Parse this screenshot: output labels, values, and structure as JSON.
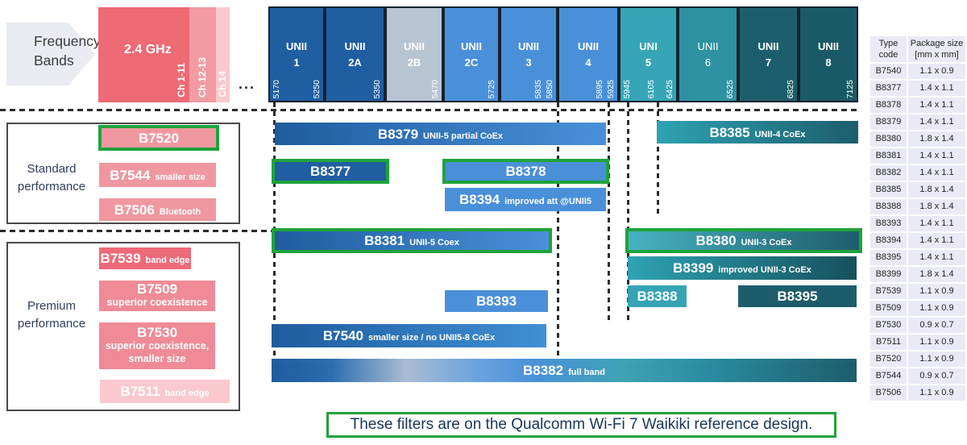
{
  "header": {
    "frequency_bands_label": "Frequency\nBands",
    "ellipsis": "...",
    "band_24ghz": {
      "label": "2.4 GHz",
      "sections": [
        {
          "label": "Ch 1-11"
        },
        {
          "label": "Ch 12-13"
        },
        {
          "label": "Ch 14"
        }
      ]
    },
    "bands": {
      "items": [
        {
          "name": "UNII\n1",
          "freq_start": "5170",
          "freq_end": "5250"
        },
        {
          "name": "UNII\n2A",
          "freq_end": "5350"
        },
        {
          "name": "UNII\n2B",
          "freq_end": "5470"
        },
        {
          "name": "UNII\n2C",
          "freq_end": "5725"
        },
        {
          "name": "UNII\n3",
          "freq_end2": "5835",
          "freq_end": "5850"
        },
        {
          "name": "UNII\n4",
          "freq_end2": "5895",
          "freq_end": "5925"
        },
        {
          "name": "UNI\n5",
          "freq_start": "5945",
          "freq_mid": "6105",
          "freq_end": "6425"
        },
        {
          "name": "UNII\n6",
          "freq_end": "6525"
        },
        {
          "name": "UNII\n7",
          "freq_end": "6825"
        },
        {
          "name": "UNII\n8",
          "freq_end": "7125"
        }
      ]
    }
  },
  "groups": {
    "standard": {
      "label": "Standard\nperformance"
    },
    "premium": {
      "label": "Premium\nperformance"
    }
  },
  "filters_24ghz": {
    "b7520": {
      "code": "B7520"
    },
    "b7544": {
      "code": "B7544",
      "desc": "smaller size"
    },
    "b7506": {
      "code": "B7506",
      "desc": "Bluetooth"
    },
    "b7539": {
      "code": "B7539",
      "desc": "band edge"
    },
    "b7509": {
      "code": "B7509",
      "desc": "superior coexistence"
    },
    "b7530": {
      "code": "B7530",
      "desc": "superior coexistence,\nsmaller size"
    },
    "b7511": {
      "code": "B7511",
      "desc": "band edge"
    }
  },
  "bars": {
    "b8379": {
      "code": "B8379",
      "desc": "UNII-5 partial CoEx"
    },
    "b8385": {
      "code": "B8385",
      "desc": "UNII-4 CoEx"
    },
    "b8377": {
      "code": "B8377"
    },
    "b8378": {
      "code": "B8378"
    },
    "b8394": {
      "code": "B8394",
      "desc": "improved att @UNII5"
    },
    "b8381": {
      "code": "B8381",
      "desc": "UNII-5 Coex"
    },
    "b8380": {
      "code": "B8380",
      "desc": "UNII-3 CoEx"
    },
    "b8399": {
      "code": "B8399",
      "desc": "improved UNII-3 CoEx"
    },
    "b8393": {
      "code": "B8393"
    },
    "b8388": {
      "code": "B8388"
    },
    "b8395": {
      "code": "B8395"
    },
    "b7540": {
      "code": "B7540",
      "desc": "smaller size / no UNII5-8 CoEx"
    },
    "b8382": {
      "code": "B8382",
      "desc": "full band"
    }
  },
  "package_table": {
    "headers": {
      "col1": "Type\ncode",
      "col2": "Package size\n[mm x mm]"
    },
    "rows": [
      {
        "code": "B7540",
        "size": "1.1 x 0.9"
      },
      {
        "code": "B8377",
        "size": "1.4 x 1.1"
      },
      {
        "code": "B8378",
        "size": "1.4 x 1.1"
      },
      {
        "code": "B8379",
        "size": "1.4 x 1.1"
      },
      {
        "code": "B8380",
        "size": "1.8 x 1.4"
      },
      {
        "code": "B8381",
        "size": "1.4 x 1.1"
      },
      {
        "code": "B8382",
        "size": "1.4 x 1.1"
      },
      {
        "code": "B8385",
        "size": "1.8 x 1.4"
      },
      {
        "code": "B8388",
        "size": "1.8 x 1.4"
      },
      {
        "code": "B8393",
        "size": "1.4 x 1.1"
      },
      {
        "code": "B8394",
        "size": "1.4 x 1.1"
      },
      {
        "code": "B8395",
        "size": "1.4 x 1.1"
      },
      {
        "code": "B8399",
        "size": "1.8 x 1.4"
      },
      {
        "code": "B7539",
        "size": "1.1 x 0.9"
      },
      {
        "code": "B7509",
        "size": "1.1 x 0.9"
      },
      {
        "code": "B7530",
        "size": "0.9 x 0.7"
      },
      {
        "code": "B7511",
        "size": "1.1 x 0.9"
      },
      {
        "code": "B7520",
        "size": "1.1 x 0.9"
      },
      {
        "code": "B7544",
        "size": "0.9 x 0.7"
      },
      {
        "code": "B7506",
        "size": "1.1 x 0.9"
      }
    ]
  },
  "footnote": "These filters are on the Qualcomm Wi-Fi 7 Waikiki reference design.",
  "colors": {
    "highlight_green": "#1fa33c",
    "dark_blue": "#1e5c9e",
    "medium_blue": "#4a90d9",
    "unii2b_gray": "#b9c4d3",
    "teal": "#35a4b5",
    "dark_teal": "#1d5d6b",
    "pink_standard": "#f098a0",
    "red_band_edge": "#ed6a79",
    "pink_premium": "#ef8b96",
    "pink_light": "#f9c9cf",
    "navy_text": "#16365c",
    "table_row_bg": "#e9eaf6"
  }
}
